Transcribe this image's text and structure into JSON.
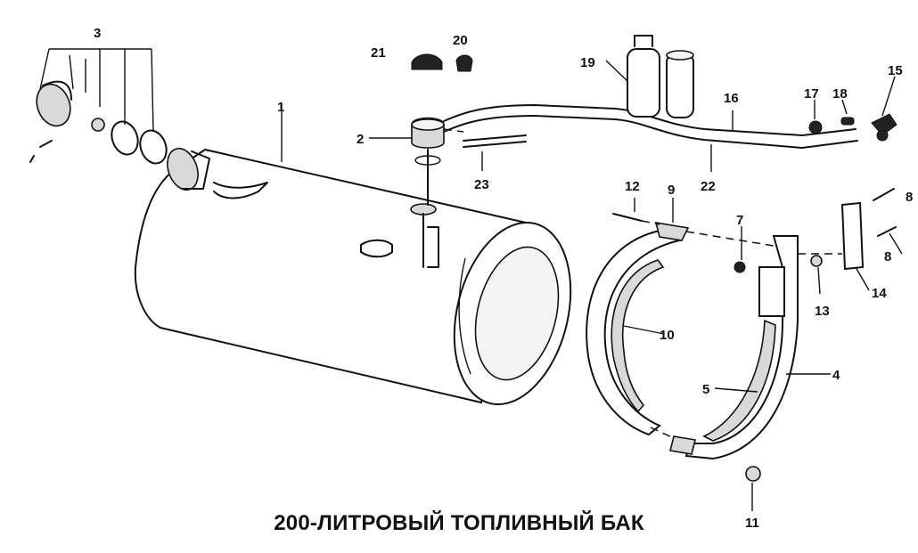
{
  "title": "200-ЛИТРОВЫЙ ТОПЛИВНЫЙ БАК",
  "callouts": {
    "c1": "1",
    "c2": "2",
    "c3": "3",
    "c4": "4",
    "c5": "5",
    "c7": "7",
    "c8a": "8",
    "c8b": "8",
    "c9": "9",
    "c10": "10",
    "c11": "11",
    "c12": "12",
    "c13": "13",
    "c14": "14",
    "c15": "15",
    "c16": "16",
    "c17": "17",
    "c18": "18",
    "c19": "19",
    "c20": "20",
    "c21": "21",
    "c22": "22",
    "c23": "23"
  },
  "colors": {
    "ink": "#111111",
    "paper": "#ffffff",
    "shade": "#d9d9d9"
  }
}
